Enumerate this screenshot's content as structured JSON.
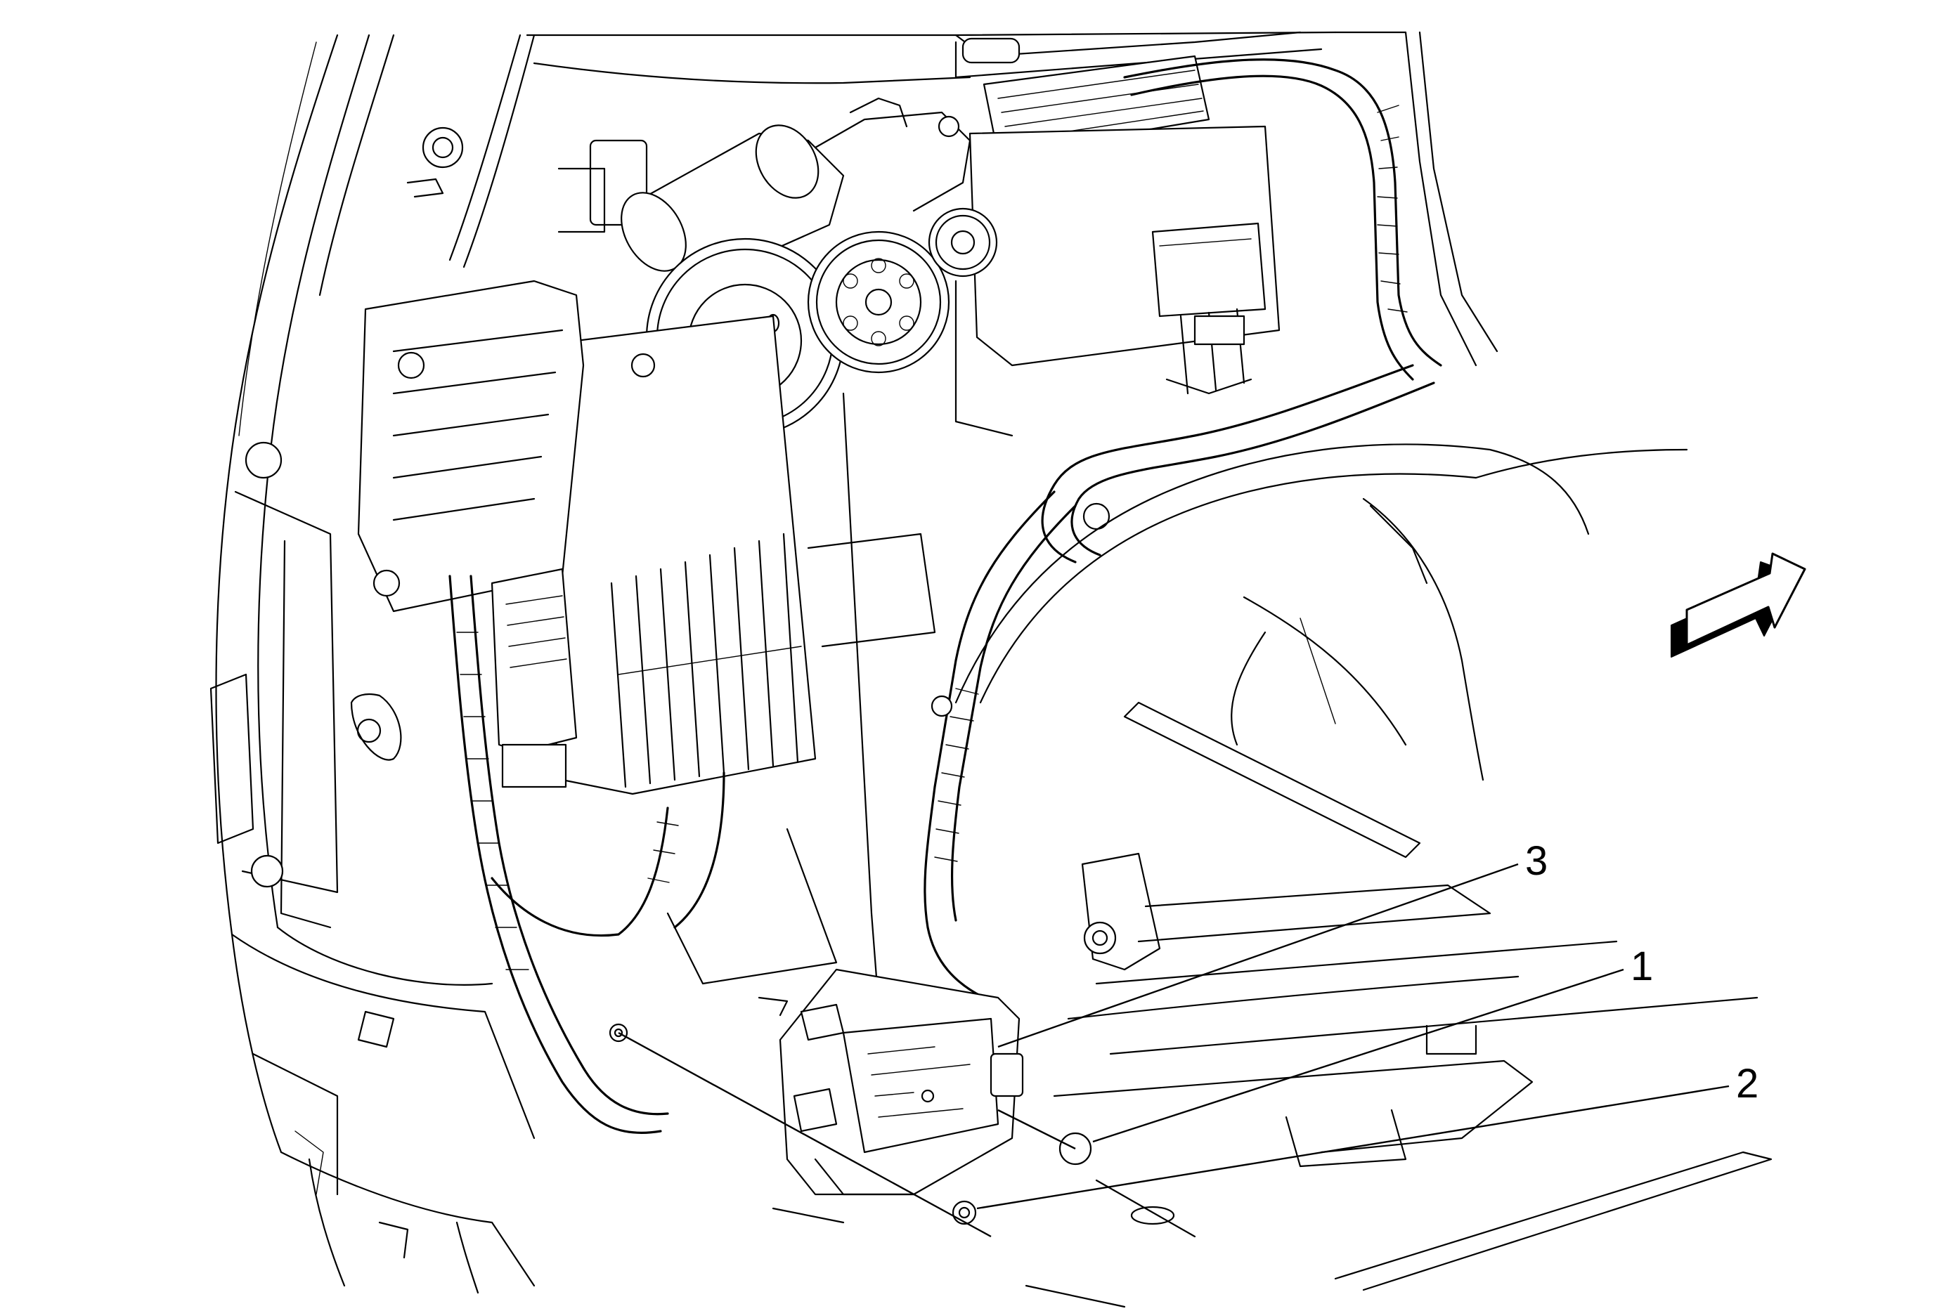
{
  "diagram": {
    "callouts": [
      {
        "id": "1",
        "label": "1"
      },
      {
        "id": "2",
        "label": "2"
      },
      {
        "id": "3",
        "label": "3"
      }
    ],
    "colors": {
      "line": "#000000",
      "background": "#ffffff"
    },
    "direction_indicator": "forward-arrow-icon"
  }
}
